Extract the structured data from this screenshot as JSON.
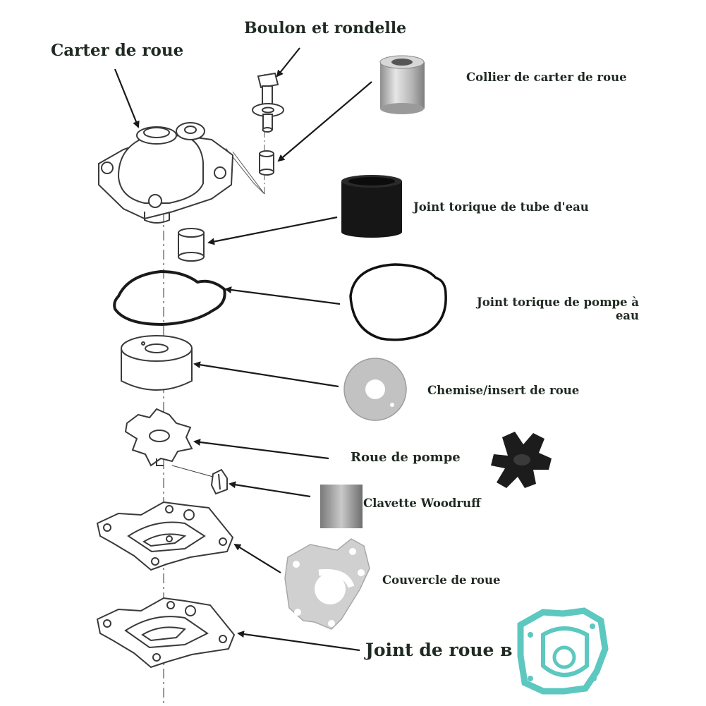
{
  "labels": {
    "bolt_washer": "Boulon et rondelle",
    "impeller_housing": "Carter de roue",
    "housing_collar": "Collier de carter de roue",
    "water_tube_oring": "Joint torique de tube d'eau",
    "water_pump_oring": "Joint torique de pompe à eau",
    "water_pump_oring_l1": "Joint torique de pompe à",
    "water_pump_oring_l2": "eau",
    "liner_insert": "Chemise/insert de roue",
    "impeller": "Roue de pompe",
    "woodruff_key": "Clavette Woodruff",
    "impeller_cover": "Couvercle de roue",
    "impeller_gasket": "Joint de roue в"
  },
  "colors": {
    "label_text": "#1f2a22",
    "line_drawing": "#3a3a3a",
    "collar_metal": "#b9b9b9",
    "black_rubber": "#1a1a1a",
    "liner_gray": "#bdbdbd",
    "cover_gray": "#cfcfcf",
    "gasket_teal": "#5cc8bf"
  }
}
